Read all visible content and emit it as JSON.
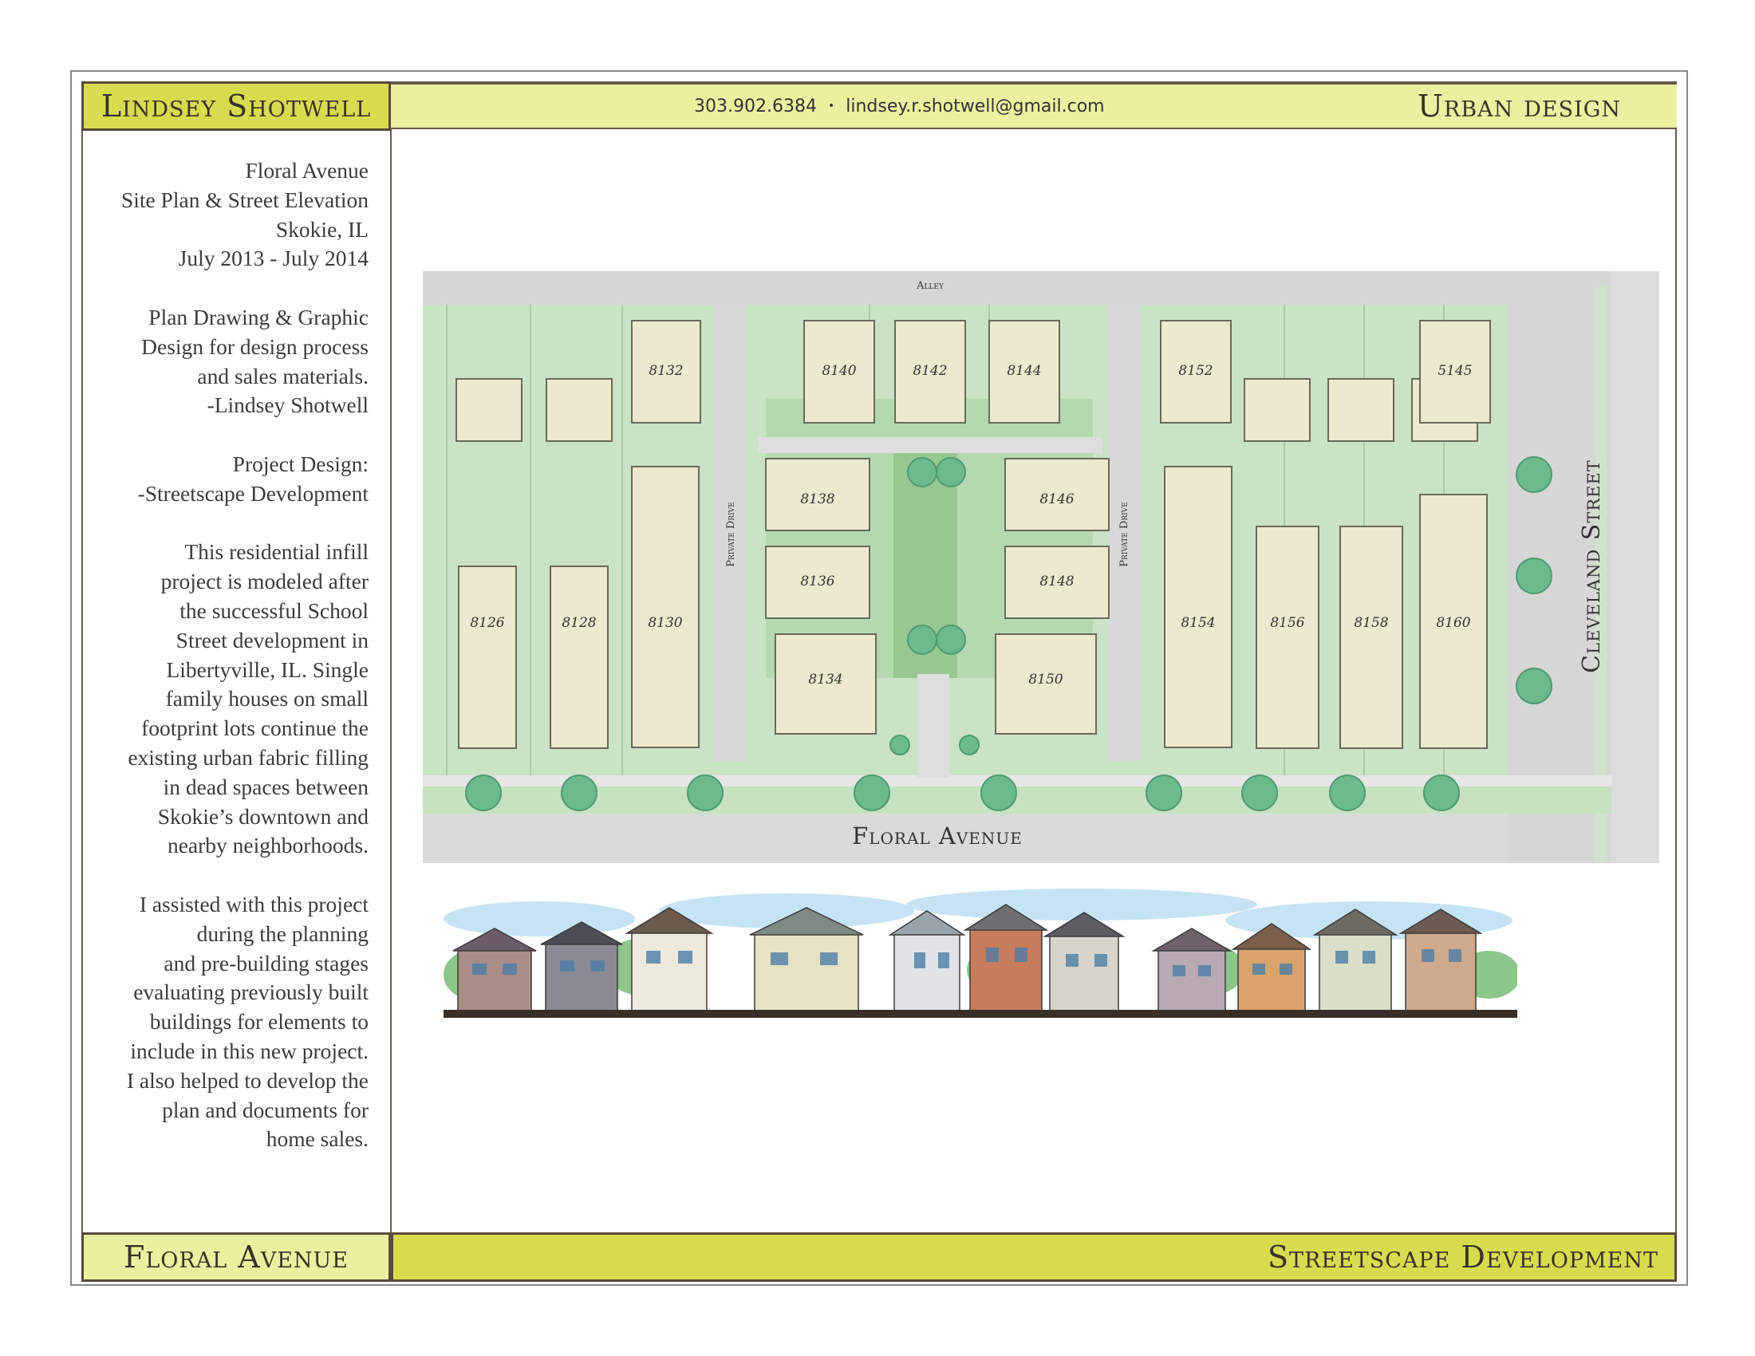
{
  "header": {
    "name": "Lindsey Shotwell",
    "phone": "303.902.6384",
    "separator": "•",
    "email": "lindsey.r.shotwell@gmail.com",
    "category": "Urban design"
  },
  "sidebar": {
    "project_lines": [
      "Floral Avenue",
      "Site Plan & Street Elevation",
      "Skokie, IL",
      "July 2013 - July 2014"
    ],
    "role_lines": [
      "Plan Drawing &  Graphic",
      "Design for design process",
      "and sales materials.",
      "-Lindsey Shotwell"
    ],
    "design_lines": [
      "Project Design:",
      "-Streetscape Development"
    ],
    "about_lines": [
      "This residential infill",
      "project is modeled after",
      "the successful School",
      "Street development in",
      "Libertyville, IL.  Single",
      "family houses on small",
      "footprint lots continue the",
      "existing urban fabric filling",
      "in dead spaces between",
      "Skokie’s downtown and",
      "nearby neighborhoods."
    ],
    "assist_lines": [
      "I assisted with this project",
      "during the planning",
      "and pre-building stages",
      "evaluating previously built",
      "buildings for elements to",
      "include in this new project.",
      "I also helped to develop the",
      "plan and documents for",
      "home sales."
    ]
  },
  "site_plan": {
    "alley_label": "Alley",
    "private_drive_label": "Private Drive",
    "street_main": "Floral Avenue",
    "street_side": "Cleveland Street",
    "lots": [
      "8126",
      "8128",
      "8130",
      "8132",
      "8134",
      "8136",
      "8138",
      "8140",
      "8142",
      "8144",
      "8146",
      "8148",
      "8150",
      "8152",
      "8154",
      "8156",
      "8158",
      "8160",
      "5145"
    ],
    "colors": {
      "pavement": "#dadada",
      "grass": "#c9e3c4",
      "green": "#a9d2a3",
      "house": "#ece9cf",
      "tree": "#6dba8f"
    }
  },
  "footer": {
    "left": "Floral Avenue",
    "right": "Streetscape Development"
  },
  "colors": {
    "accent_dark": "#d7dc4f",
    "accent_light": "#ecef9f",
    "border": "#6b5a4a"
  }
}
